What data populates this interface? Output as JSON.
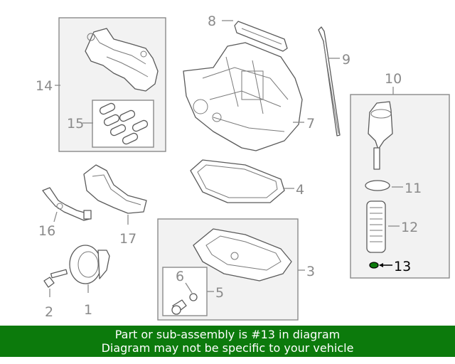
{
  "callouts": {
    "c1": "1",
    "c2": "2",
    "c3": "3",
    "c4": "4",
    "c5": "5",
    "c6": "6",
    "c7": "7",
    "c8": "8",
    "c9": "9",
    "c10": "10",
    "c11": "11",
    "c12": "12",
    "c13": "13",
    "c14": "14",
    "c15": "15",
    "c16": "16",
    "c17": "17"
  },
  "highlighted_part": "13",
  "colors": {
    "highlight": "#0c7a0c",
    "callout_gray": "#8a8a8a",
    "banner_bg": "#0c7a0c"
  },
  "footer": {
    "line1": "Part or sub-assembly is #13 in diagram",
    "line2": "Diagram may not be specific to your vehicle"
  }
}
